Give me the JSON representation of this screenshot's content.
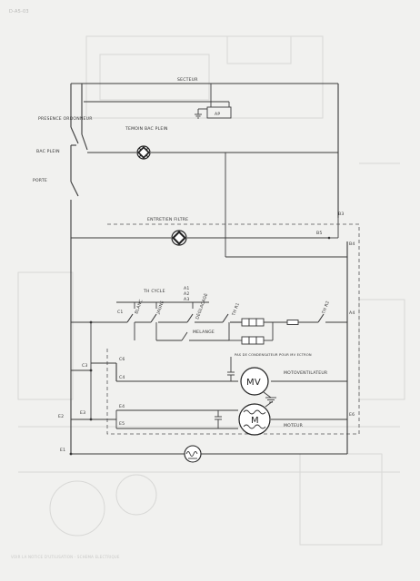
{
  "sheet": {
    "paper_color": "#f1f1ef",
    "ink_color": "#3a3a3a",
    "ghost_color": "#d8d8d6"
  },
  "corner_code": "D-A5-03",
  "footer_text": "VOIR LA NOTICE D'UTILISATION - SCHEMA ELECTRIQUE",
  "labels": {
    "secteur": "SECTEUR",
    "ap": "AP",
    "presence_ordonneur": "PRESENCE ORDONNEUR",
    "bac_plein": "BAC PLEIN",
    "porte": "PORTE",
    "temoin_bac_plein": "TEMOIN BAC PLEIN",
    "entretien_filtre": "ENTRETIEN FILTRE",
    "th_cycle": "TH CYCLE",
    "a1": "A1",
    "a2": "A2",
    "a3": "A3",
    "blanc": "BLANC",
    "jaune": "JAUNE",
    "deglacage": "DEGLACAGE",
    "melange": "MELANGE",
    "th_r1": "TH R1",
    "th_r2": "TH R2",
    "condensateur_note": "PAS DE CONDENSATEUR POUR MV ECTRON",
    "motoventilateur": "MOTOVENTILATEUR",
    "moteur": "MOTEUR",
    "mv": "MV",
    "m": "M"
  },
  "terminals": {
    "b3": "B3",
    "b4": "B4",
    "b5": "B5",
    "c1": "C1",
    "c3": "C3",
    "c4": "C4",
    "c6": "C6",
    "a4": "A4",
    "e1": "E1",
    "e2": "E2",
    "e3": "E3",
    "e4": "E4",
    "e5": "E5",
    "e6": "E6"
  }
}
